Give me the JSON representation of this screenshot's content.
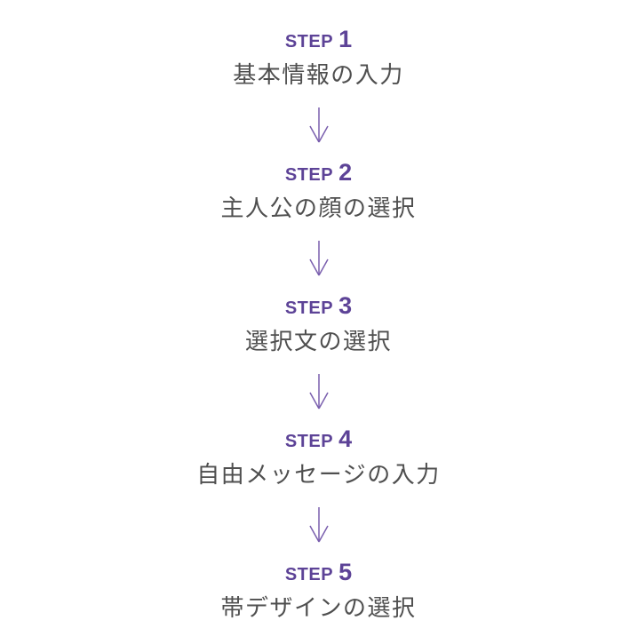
{
  "page": {
    "background": "#ffffff",
    "description": "vertical-step-flow"
  },
  "colors": {
    "step_label": "#5d4397",
    "step_title": "#4f4f4f",
    "arrow": "#7a5fae",
    "background": "#ffffff"
  },
  "icons": {
    "separator": "down-arrow-icon"
  },
  "steps": [
    {
      "label": "STEP",
      "number": "1",
      "title": "基本情報の入力"
    },
    {
      "label": "STEP",
      "number": "2",
      "title": "主人公の顔の選択"
    },
    {
      "label": "STEP",
      "number": "3",
      "title": "選択文の選択"
    },
    {
      "label": "STEP",
      "number": "4",
      "title": "自由メッセージの入力"
    },
    {
      "label": "STEP",
      "number": "5",
      "title": "帯デザインの選択"
    }
  ]
}
